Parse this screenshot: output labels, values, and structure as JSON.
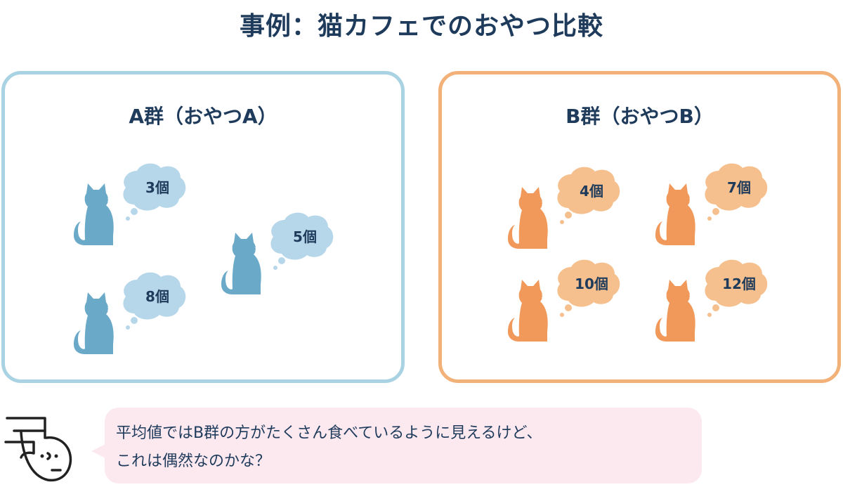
{
  "title": "事例：猫カフェでのおやつ比較",
  "group_a": {
    "title": "A群（おやつA）",
    "counts": [
      "3個",
      "5個",
      "8個"
    ],
    "color": "#6aaac8",
    "bubble_color": "#b6d7ea",
    "border_color": "#a9d2e3"
  },
  "group_b": {
    "title": "B群（おやつB）",
    "counts": [
      "4個",
      "7個",
      "10個",
      "12個"
    ],
    "color": "#f0995a",
    "bubble_color": "#f5c08d",
    "border_color": "#f2b178"
  },
  "speech": {
    "line1": "平均値ではB群の方がたくさん食べているように見えるけど、",
    "line2": "これは偶然なのかな？"
  },
  "icons": [
    "cat-icon",
    "thought-bubble-icon",
    "thinking-person-icon"
  ]
}
